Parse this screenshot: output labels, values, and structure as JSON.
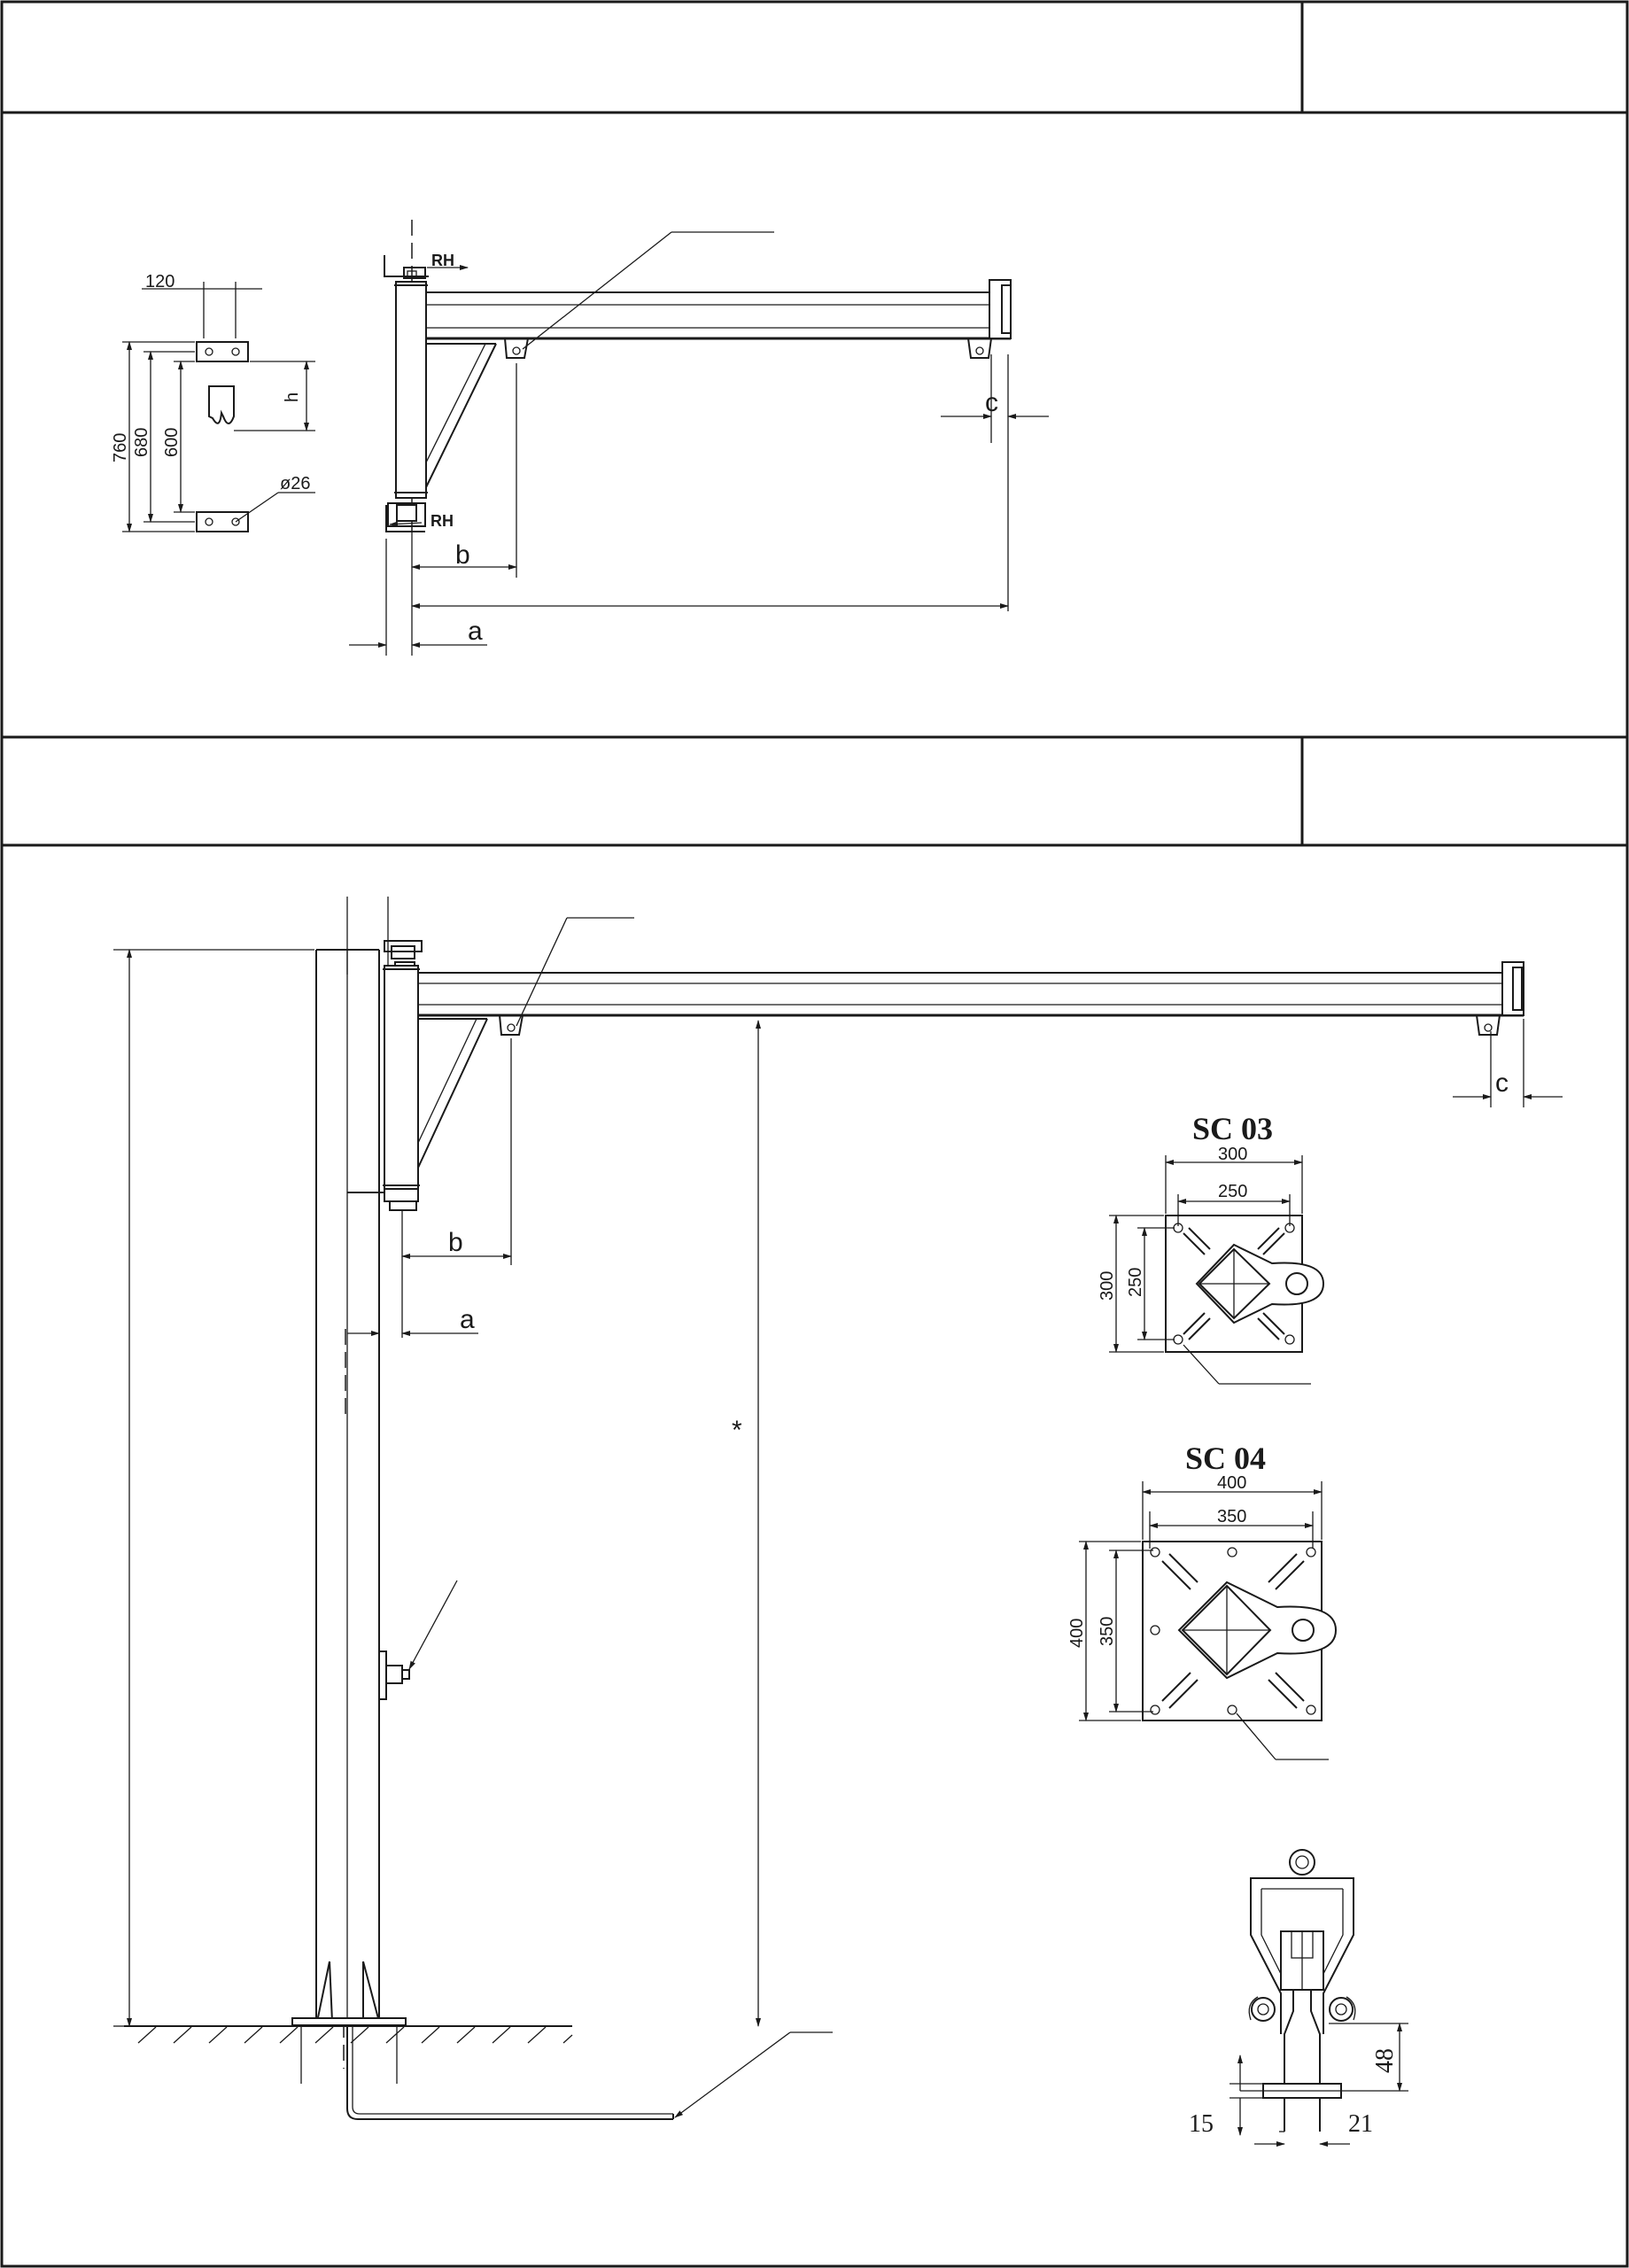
{
  "wall_bracket": {
    "dims": {
      "w120": "120",
      "h760": "760",
      "h680": "680",
      "h600": "600",
      "hole": "ø26",
      "h": "h"
    },
    "labels": {
      "rh_top": "RH",
      "rh_bottom": "RH",
      "a": "a",
      "b": "b",
      "c": "c"
    }
  },
  "column_crane": {
    "labels": {
      "a": "a",
      "b": "b",
      "c": "c",
      "star": "*"
    }
  },
  "sc03": {
    "title": "SC 03",
    "d300w": "300",
    "d250w": "250",
    "d300h": "300",
    "d250h": "250"
  },
  "sc04": {
    "title": "SC 04",
    "d400w": "400",
    "d350w": "350",
    "d400h": "400",
    "d350h": "350"
  },
  "trolley": {
    "d48": "48",
    "d15": "15",
    "d21": "21"
  }
}
